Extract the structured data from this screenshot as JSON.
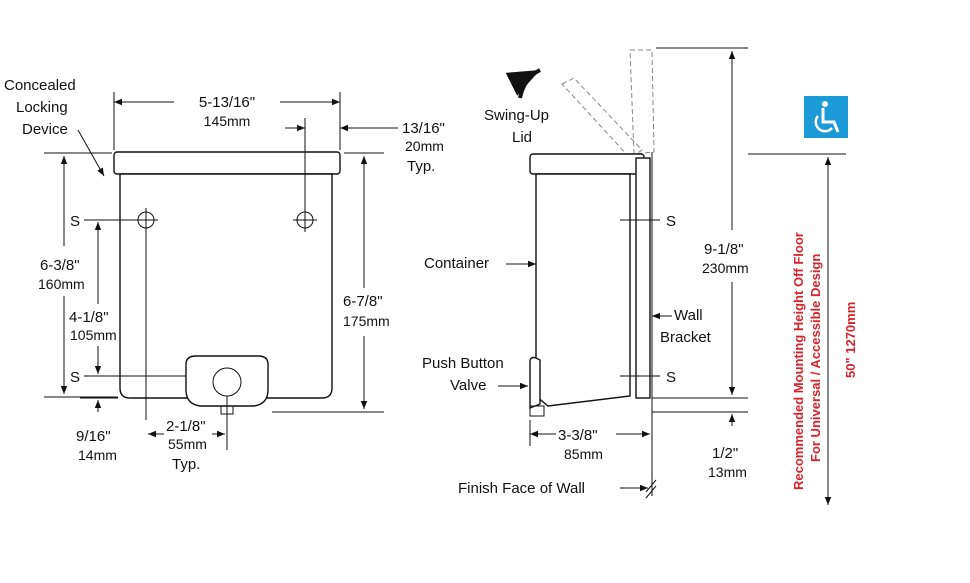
{
  "front_view": {
    "concealed_locking_device": [
      "Concealed",
      "Locking",
      "Device"
    ],
    "top_width": {
      "imperial": "5-13/16\"",
      "metric": "145mm"
    },
    "lid_overhang": {
      "imperial": "13/16\"",
      "metric": "20mm",
      "note": "Typ."
    },
    "screw_height": {
      "imperial": "6-3/8\"",
      "metric": "160mm"
    },
    "screw_spacing": {
      "imperial": "4-1/8\"",
      "metric": "105mm"
    },
    "overall_height": {
      "imperial": "6-7/8\"",
      "metric": "175mm"
    },
    "bottom_offset": {
      "imperial": "9/16\"",
      "metric": "14mm"
    },
    "valve_offset": {
      "imperial": "2-1/8\"",
      "metric": "55mm",
      "note": "Typ."
    },
    "screw_mark": "S"
  },
  "side_view": {
    "swing_up_lid": [
      "Swing-Up",
      "Lid"
    ],
    "container": "Container",
    "wall_bracket": [
      "Wall",
      "Bracket"
    ],
    "push_button_valve": [
      "Push Button",
      "Valve"
    ],
    "lid_clearance": {
      "imperial": "9-1/8\"",
      "metric": "230mm"
    },
    "depth": {
      "imperial": "3-3/8\"",
      "metric": "85mm"
    },
    "bottom_gap": {
      "imperial": "1/2\"",
      "metric": "13mm"
    },
    "finish_face_of_wall": "Finish Face of Wall",
    "screw_mark": "S"
  },
  "mounting": {
    "line1": "Recommended Mounting Height Off Floor",
    "line2": "For Universal / Accessible Design",
    "height": "50\"  1270mm"
  },
  "colors": {
    "accessibility_blue": "#1a9ad6",
    "red_text": "#d8232a"
  },
  "icons": [
    "wheelchair-accessibility-icon",
    "swing-arrow-icon"
  ]
}
